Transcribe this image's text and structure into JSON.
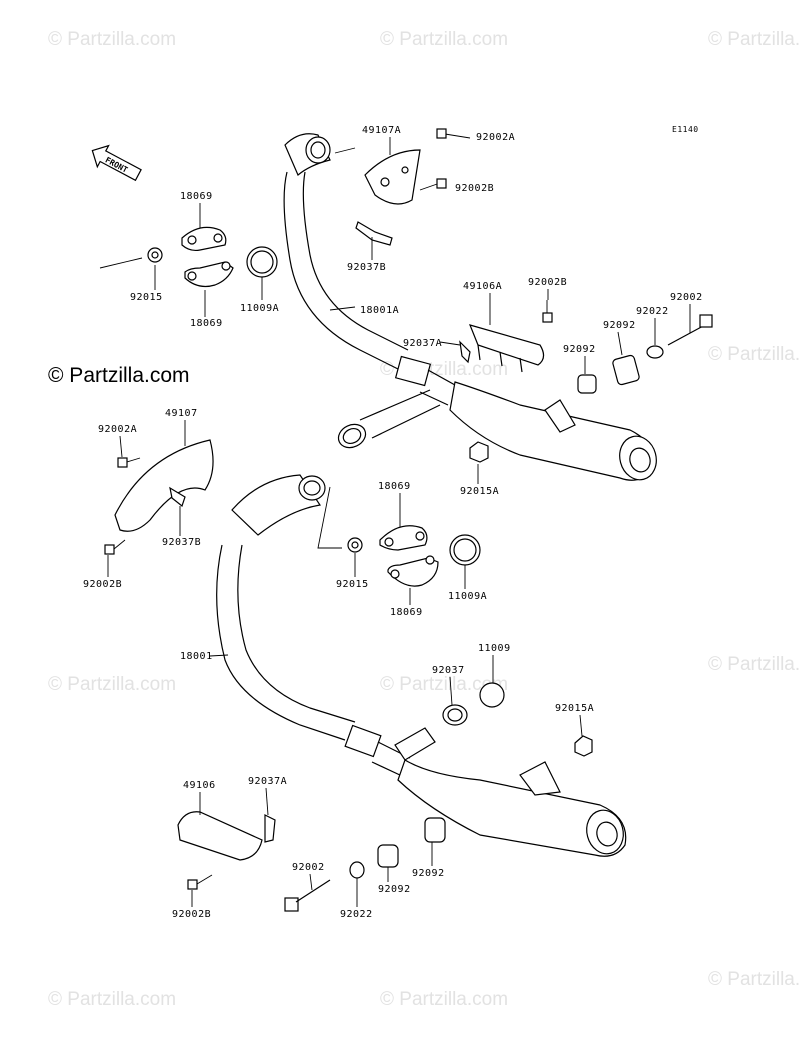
{
  "diagram_id": "E1140",
  "front_label": "FRONT",
  "watermark": "© Partzilla.com",
  "watermark_main": "© Partzilla.com",
  "labels": {
    "l49107A": "49107A",
    "l92002A_top": "92002A",
    "l92002B_top": "92002B",
    "l92037B_top": "92037B",
    "l18069_a": "18069",
    "l18069_b": "18069",
    "l92015_top": "92015",
    "l11009A_top": "11009A",
    "l18001A": "18001A",
    "l49106A": "49106A",
    "l92002B_mid": "92002B",
    "l92037A_top": "92037A",
    "l92092_a": "92092",
    "l92092_b": "92092",
    "l92022_top": "92022",
    "l92002_top": "92002",
    "l92015A_top": "92015A",
    "l49107": "49107",
    "l92002A_left": "92002A",
    "l92037B_left": "92037B",
    "l92002B_left": "92002B",
    "l18069_c": "18069",
    "l18069_d": "18069",
    "l92015_mid": "92015",
    "l11009A_mid": "11009A",
    "l18001": "18001",
    "l11009": "11009",
    "l92037": "92037",
    "l92015A_low": "92015A",
    "l49106": "49106",
    "l92037A_low": "92037A",
    "l92002_low": "92002",
    "l92002B_low": "92002B",
    "l92022_low": "92022",
    "l92092_c": "92092",
    "l92092_d": "92092"
  }
}
